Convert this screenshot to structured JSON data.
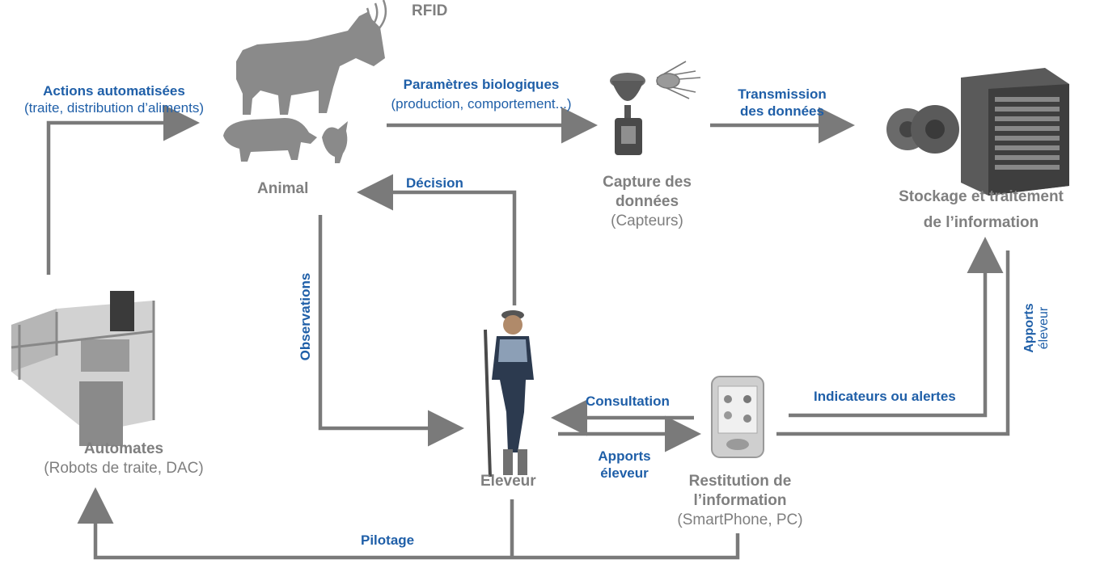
{
  "nodes": {
    "rfid": "RFID",
    "animal": "Animal",
    "capture_title_1": "Capture des",
    "capture_title_2": "données",
    "capture_sub": "(Capteurs)",
    "stockage_1": "Stockage et traitement",
    "stockage_2": "de l’information",
    "automates": "Automates",
    "automates_sub": "(Robots de traite,  DAC)",
    "eleveur": "Eleveur",
    "restitution_1": "Restitution de",
    "restitution_2": "l’information",
    "restitution_sub": "(SmartPhone, PC)"
  },
  "edges": {
    "actions_1": "Actions automatisées",
    "actions_2": "(traite, distribution d’aliments)",
    "parametres_1": "Paramètres biologiques",
    "parametres_2": "(production, comportement...)",
    "transmission_1": "Transmission",
    "transmission_2": "des données",
    "decision": "Décision",
    "observations": "Observations",
    "consultation": "Consultation",
    "apports_1": "Apports",
    "apports_2": "éleveur",
    "indicateurs": "Indicateurs ou alertes",
    "apports_right_1": "Apports",
    "apports_right_2": "éleveur",
    "pilotage": "Pilotage"
  },
  "colors": {
    "arrow": "#7a7a7a",
    "edge_label": "#1f5fa8",
    "node_label": "#7f7f7f"
  },
  "icons": [
    "cow-icon",
    "pig-icon",
    "chicken-icon",
    "rfid-signal-icon",
    "sensor-icon",
    "server-icon",
    "robot-milking-icon",
    "farmer-icon",
    "smartphone-icon"
  ]
}
